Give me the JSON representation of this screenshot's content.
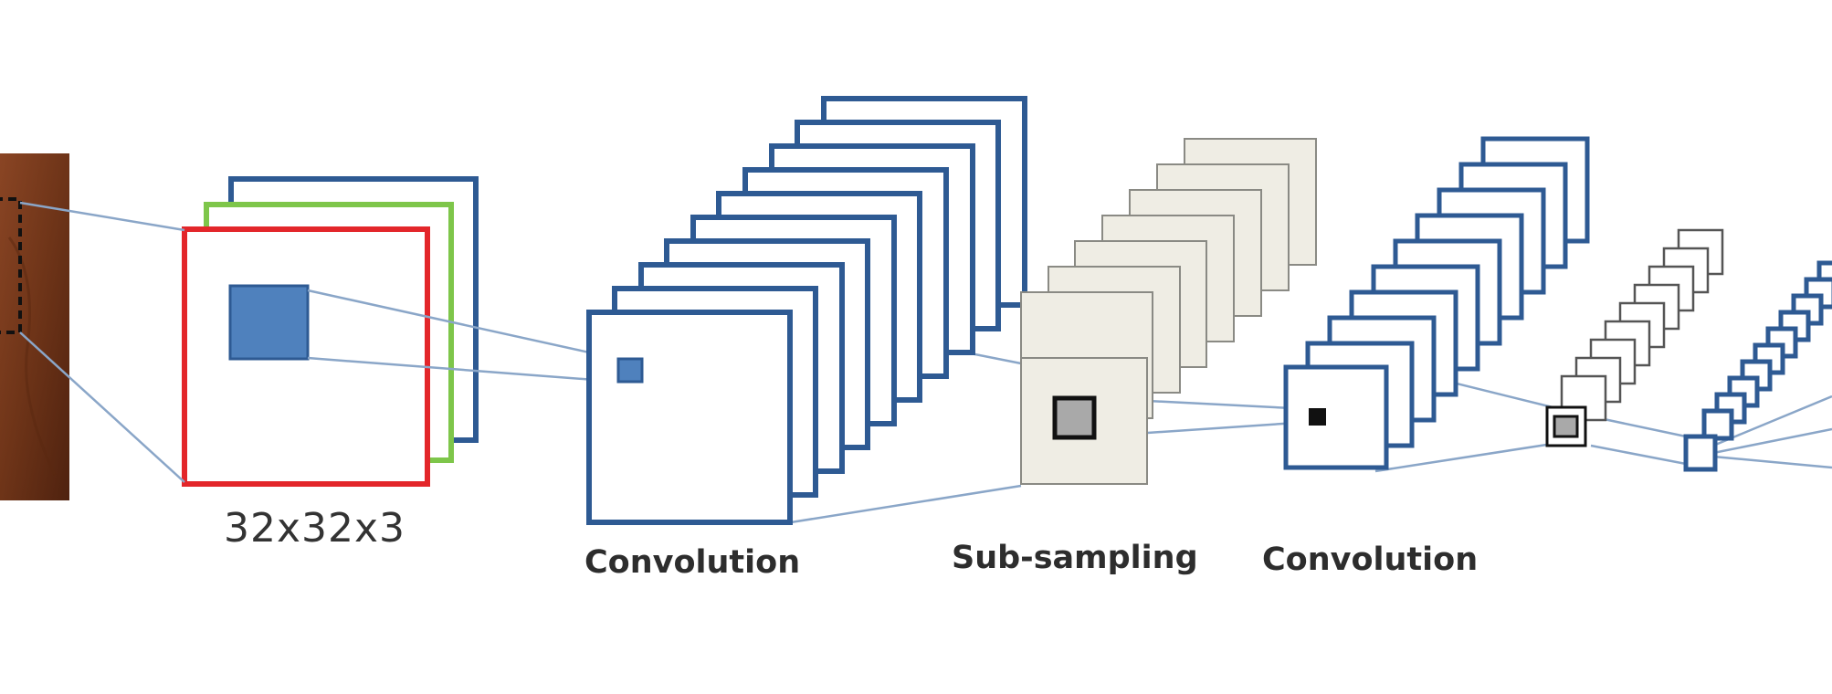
{
  "labels": {
    "input_dims": "32x32x3",
    "convolution_1": "Convolution",
    "sub_sampling": "Sub-sampling",
    "convolution_2": "Convolution"
  },
  "colors": {
    "map_border": "#2e5a93",
    "connector": "#8aa6c8",
    "input_red": "#e3262a",
    "input_green": "#7ec64a",
    "kernel_fill": "#4f81bd",
    "pool_fill": "#efede4",
    "pool_border": "#8a8a84",
    "photo": "#7a3a1c"
  }
}
